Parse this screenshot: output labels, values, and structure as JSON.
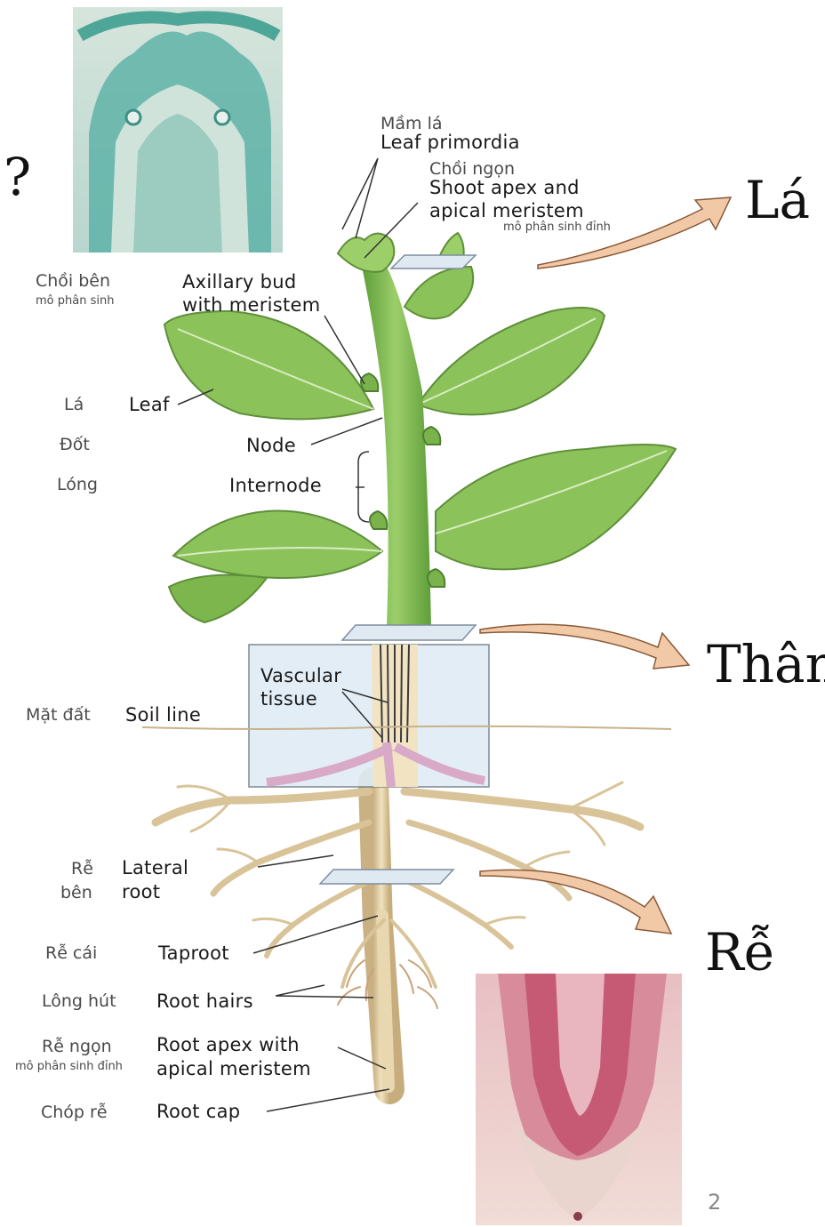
{
  "question_mark": "?",
  "organs": {
    "leaf": "Lá",
    "stem": "Thân",
    "root": "Rễ"
  },
  "labels": {
    "leaf_primordia_vi": "Mầm lá",
    "leaf_primordia_en": "Leaf primordia",
    "shoot_apex_vi": "Chồi ngọn",
    "shoot_apex_en_1": "Shoot apex and",
    "shoot_apex_en_2": "apical meristem",
    "shoot_apex_vi_sub": "mô phân sinh đỉnh",
    "axillary_vi_1": "Chồi bên",
    "axillary_vi_2": "mô phân sinh",
    "axillary_en_1": "Axillary bud",
    "axillary_en_2": "with meristem",
    "leaf_vi": "Lá",
    "leaf_en": "Leaf",
    "node_vi": "Đốt",
    "node_en": "Node",
    "internode_vi": "Lóng",
    "internode_en": "Internode",
    "vascular_en_1": "Vascular",
    "vascular_en_2": "tissue",
    "soil_vi": "Mặt đất",
    "soil_en": "Soil line",
    "lateral_vi_1": "Rễ",
    "lateral_vi_2": "bên",
    "lateral_en_1": "Lateral",
    "lateral_en_2": "root",
    "taproot_vi": "Rễ cái",
    "taproot_en": "Taproot",
    "hairs_vi": "Lông hút",
    "hairs_en": "Root hairs",
    "rootapex_vi": "Rễ ngọn",
    "rootapex_vi_sub": "mô phân sinh đỉnh",
    "rootapex_en_1": "Root apex with",
    "rootapex_en_2": "apical meristem",
    "rootcap_vi": "Chóp rễ",
    "rootcap_en": "Root cap"
  },
  "page_number": "2",
  "colors": {
    "arrow": "#f2c9a6",
    "leaf": "#8cc25a",
    "stem": "#6fae45",
    "root": "#e6d2a8",
    "vascular_box": "#dfecf6",
    "shoot_micro": "#5fb3a8",
    "root_micro": "#c65a74"
  }
}
